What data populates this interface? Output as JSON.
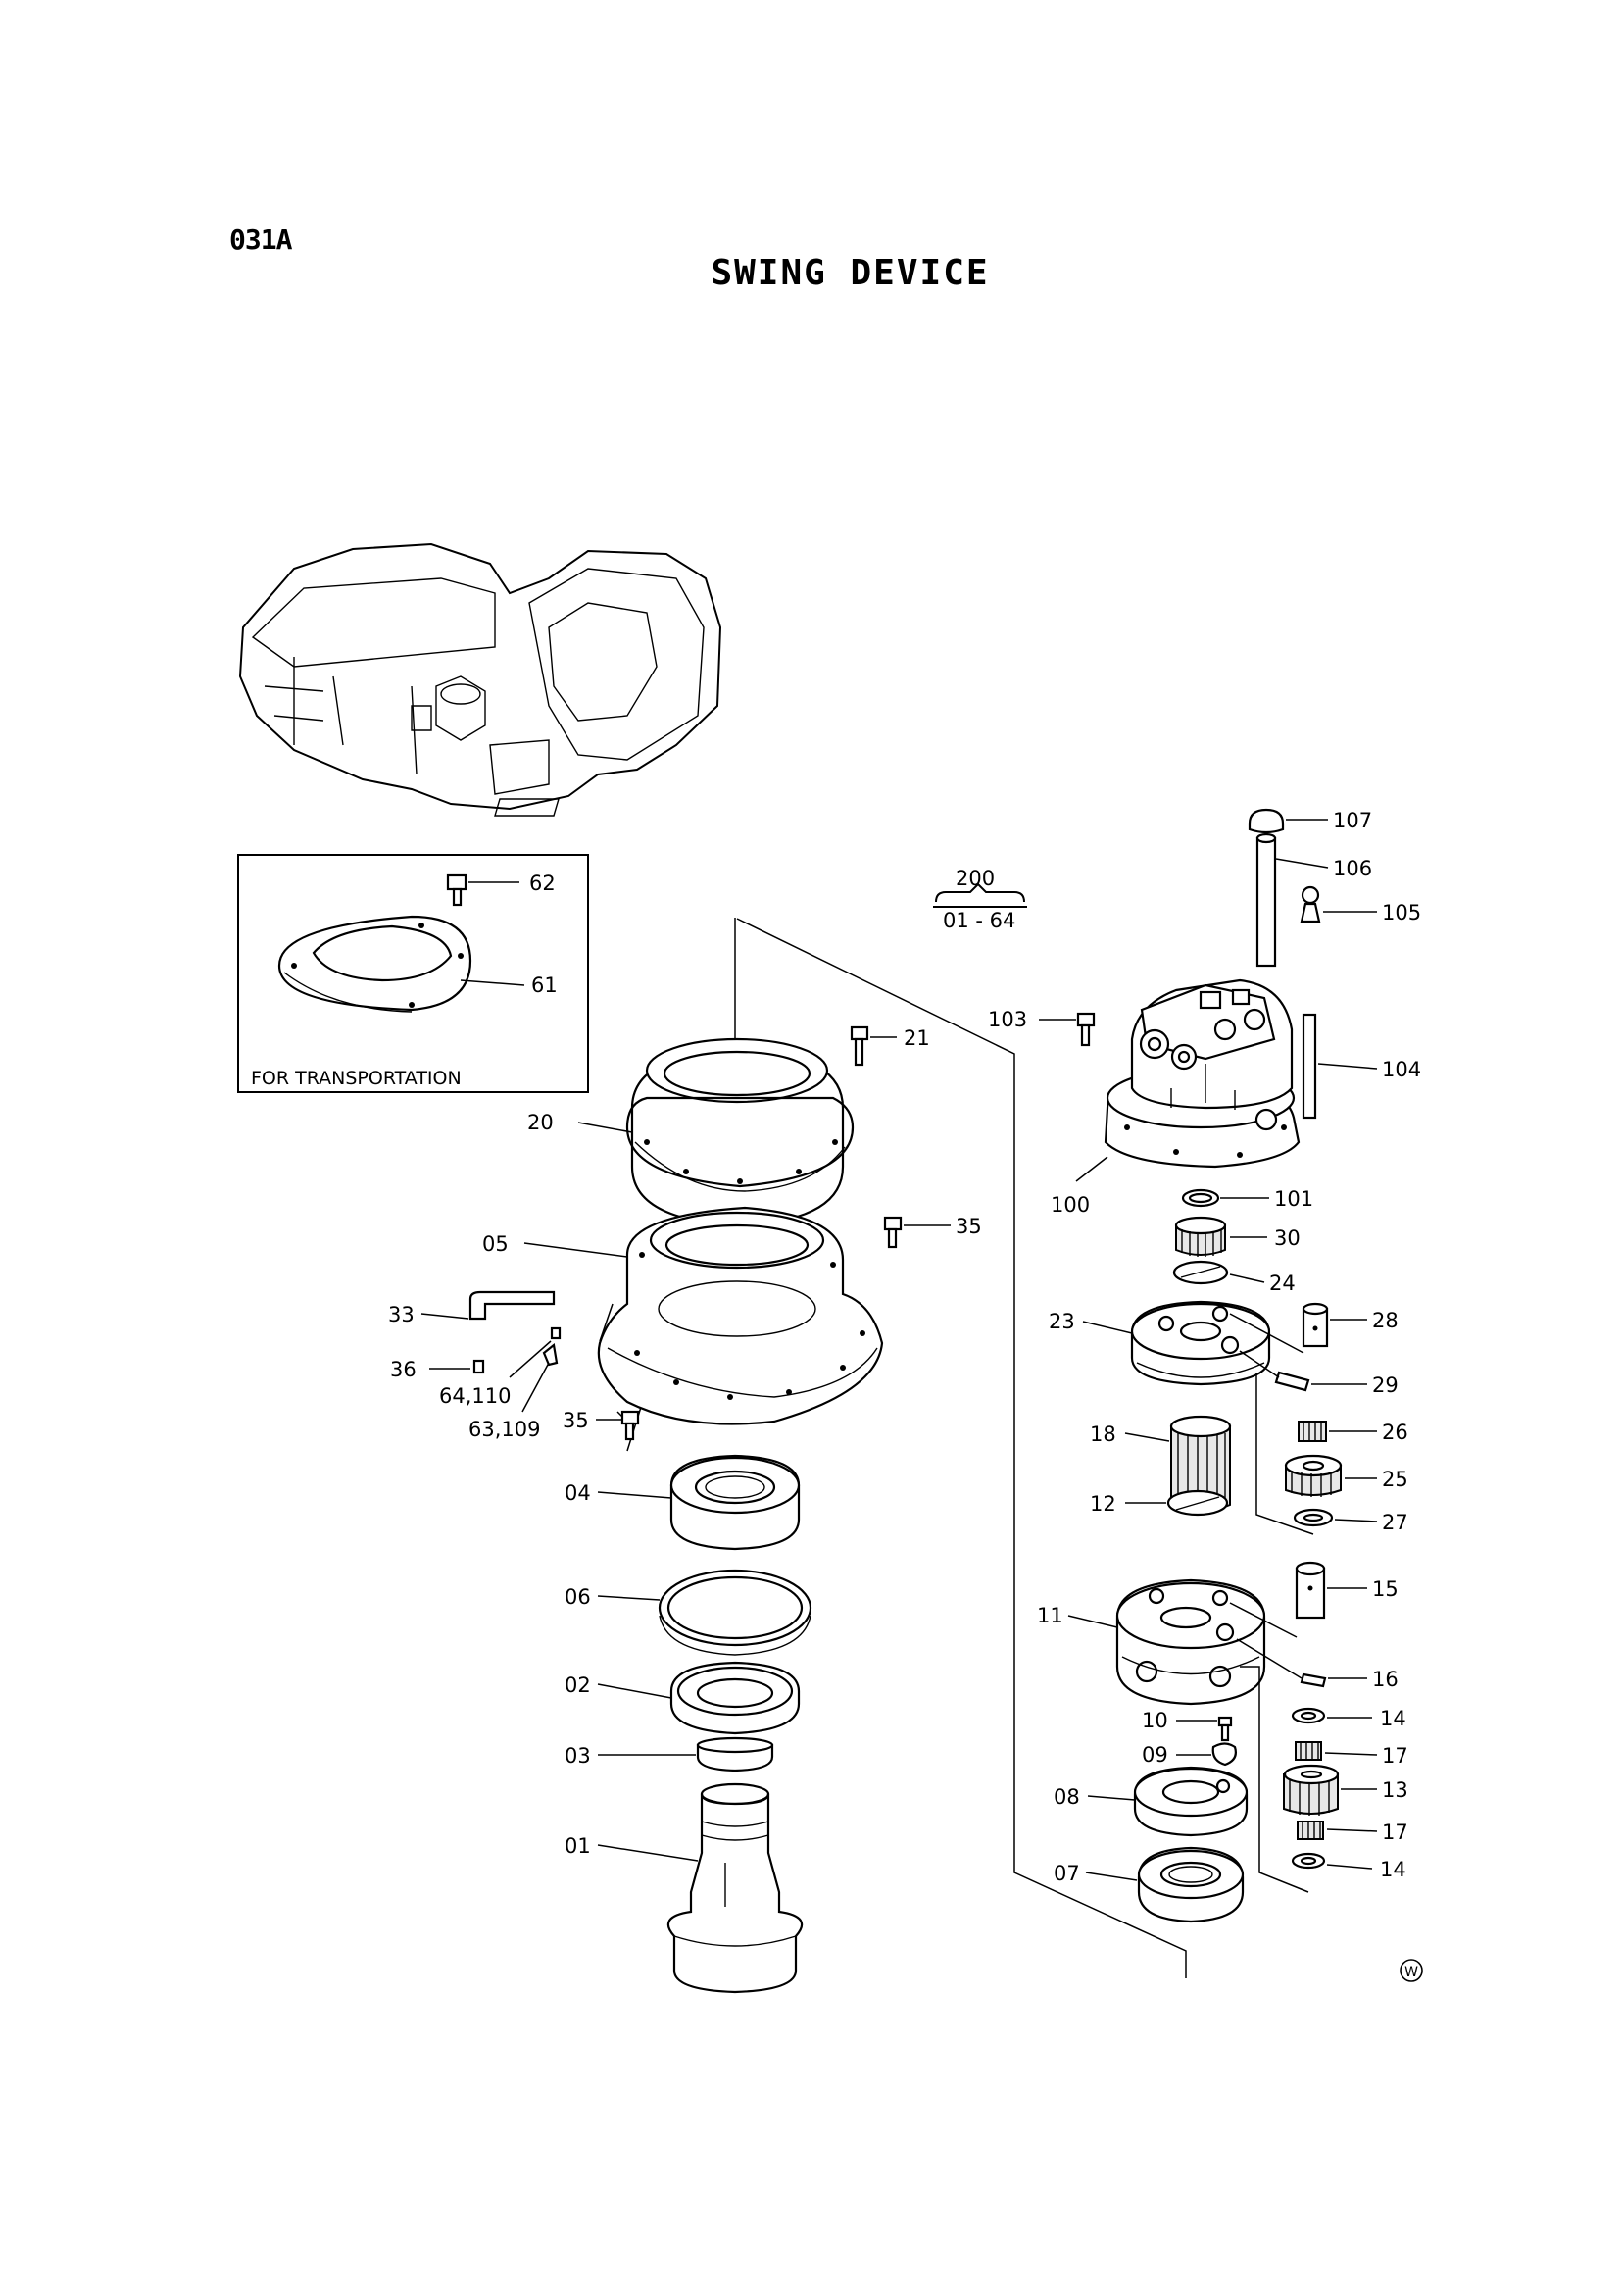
{
  "page": {
    "code": "031A",
    "title": "SWING DEVICE"
  },
  "inset": {
    "caption": "FOR TRANSPORTATION"
  },
  "assembly": {
    "number": "200",
    "range": "01 - 64"
  },
  "callouts": {
    "c107": "107",
    "c106": "106",
    "c105": "105",
    "c104": "104",
    "c103": "103",
    "c100": "100",
    "c101": "101",
    "c30": "30",
    "c24": "24",
    "c28": "28",
    "c23": "23",
    "c29": "29",
    "c26": "26",
    "c18": "18",
    "c25": "25",
    "c12": "12",
    "c27": "27",
    "c15": "15",
    "c11": "11",
    "c16": "16",
    "c14a": "14",
    "c10": "10",
    "c17a": "17",
    "c09": "09",
    "c08": "08",
    "c13": "13",
    "c17b": "17",
    "c07": "07",
    "c14b": "14",
    "c62": "62",
    "c61": "61",
    "c21": "21",
    "c20": "20",
    "c05": "05",
    "c35a": "35",
    "c33": "33",
    "c36": "36",
    "c64": "64,110",
    "c63": "63,109",
    "c35b": "35",
    "c04": "04",
    "c06": "06",
    "c02": "02",
    "c03": "03",
    "c01": "01"
  },
  "watermark": "W"
}
